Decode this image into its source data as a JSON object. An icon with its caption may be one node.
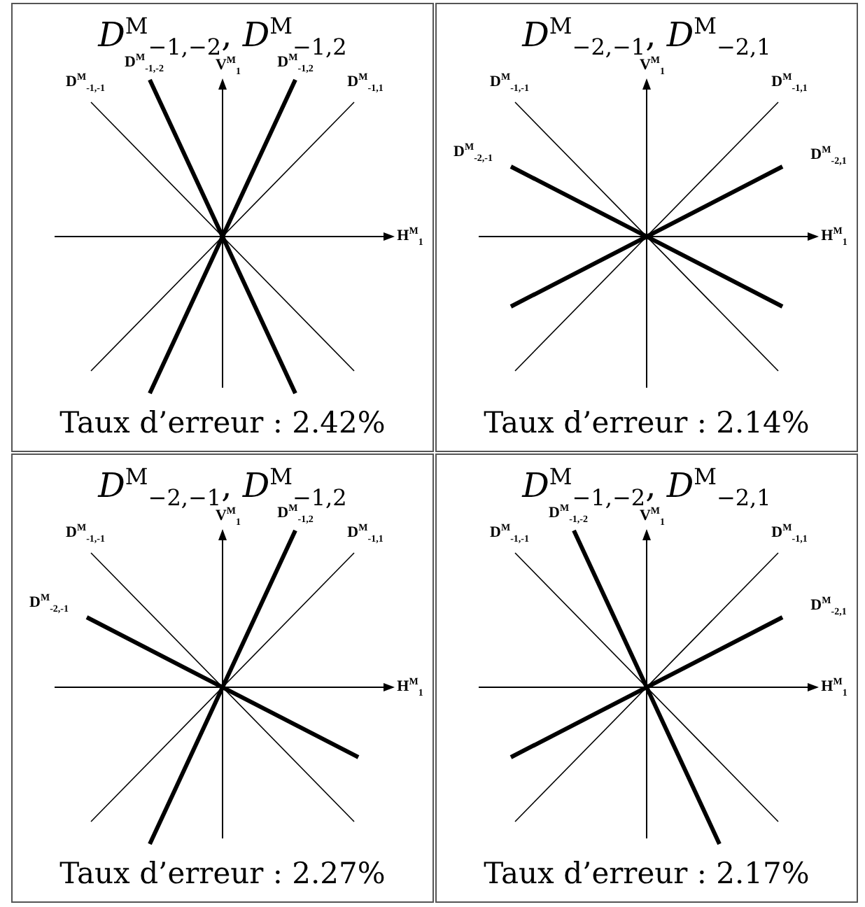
{
  "diagram": {
    "labels": [
      "*D*$^{M}$$_{−1,−2}$, *D*$^{M}$$_{−1,2}$",
      "D$^{M}$$_{-1,-1}$",
      "D$^{M}$$_{-1,-2}$",
      "V$^{M}$$_{1}$",
      "D$^{M}$$_{-1,2}$",
      "D$^{M}$$_{-1,1}$",
      "H$^{M}$$_{1}$",
      "Taux d’erreur : 2.42%",
      "*D*$^{M}$$_{−2,−1}$, *D*$^{M}$$_{−2,1}$",
      "D$^{M}$$_{-1,-1}$",
      "V$^{M}$$_{1}$",
      "D$^{M}$$_{-1,1}$",
      "D$^{M}$$_{-2,-1}$",
      "D$^{M}$$_{-2,1}$",
      "H$^{M}$$_{1}$",
      "Taux d’erreur : 2.14%",
      "*D*$^{M}$$_{−2,−1}$, *D*$^{M}$$_{−1,2}$",
      "D$^{M}$$_{-1,-1}$",
      "V$^{M}$$_{1}$",
      "D$^{M}$$_{-1,2}$",
      "D$^{M}$$_{-1,1}$",
      "D$^{M}$$_{-2,-1}$",
      "H$^{M}$$_{1}$",
      "Taux d’erreur : 2.27%",
      "*D*$^{M}$$_{−1,−2}$, *D*$^{M}$$_{−2,1}$",
      "D$^{M}$$_{-1,-1}$",
      "D$^{M}$$_{-1,-2}$",
      "V$^{M}$$_{1}$",
      "D$^{M}$$_{-1,1}$",
      "D$^{M}$$_{-2,1}$",
      "H$^{M}$$_{1}$",
      "Taux d’erreur : 2.17%"
    ]
  }
}
